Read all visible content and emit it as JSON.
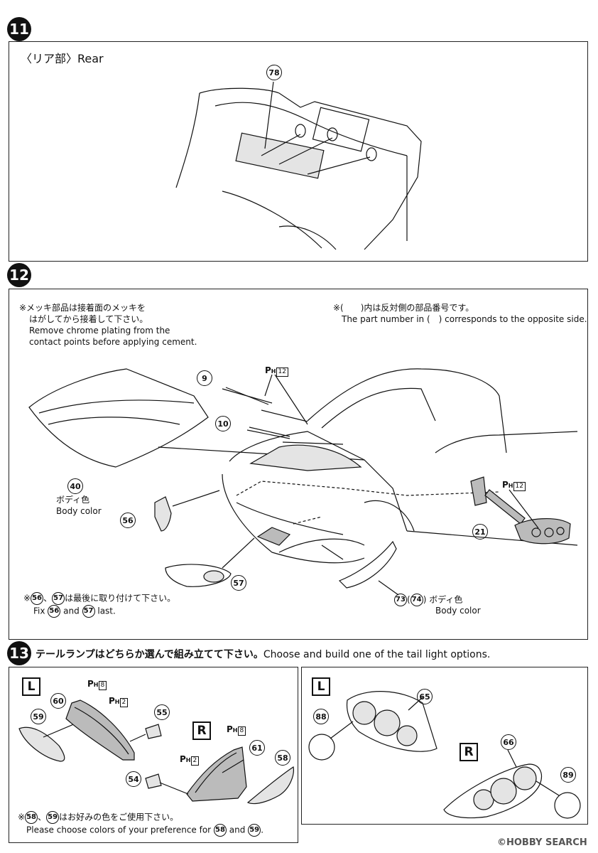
{
  "step11": {
    "number": "11",
    "heading": "〈リア部〉Rear",
    "parts": [
      "78"
    ]
  },
  "step12": {
    "number": "12",
    "note_chrome_jp1": "※メッキ部品は接着面のメッキを",
    "note_chrome_jp2": "はがしてから接着して下さい。",
    "note_chrome_en1": "Remove chrome plating from the",
    "note_chrome_en2": "contact points before applying cement.",
    "note_opposite_jp": "※(　　)内は反対側の部品番号です。",
    "note_opposite_en": "The part number in (　) corresponds to the opposite side.",
    "ph_label": "P",
    "ph_sub": "H",
    "ph12": "12",
    "part_9": "9",
    "part_10": "10",
    "part_40": "40",
    "part_40_jp": "ボディ色",
    "part_40_en": "Body color",
    "part_56": "56",
    "part_57": "57",
    "part_21": "21",
    "part_73": "73",
    "part_74": "74",
    "part_73_jp": "ボディ色",
    "part_73_en": "Body color",
    "note_fix_jp_pre": "※",
    "note_fix_jp_mid": "、",
    "note_fix_jp_post": "は最後に取り付けて下さい。",
    "note_fix_en_pre": "Fix",
    "note_fix_en_mid": "and",
    "note_fix_en_post": "last."
  },
  "step13": {
    "number": "13",
    "title_jp": "テールランプはどちらか選んで組み立てて下さい。",
    "title_en": "Choose and build one of the tail light options.",
    "left_L": "L",
    "left_R": "R",
    "right_L": "L",
    "right_R": "R",
    "ph8": "8",
    "ph2": "2",
    "parts_left": [
      "60",
      "59",
      "55",
      "54",
      "61",
      "58"
    ],
    "parts_right": [
      "88",
      "65",
      "66",
      "89"
    ],
    "note_jp_pre": "※",
    "note_jp_mid": "、",
    "note_jp_post": "はお好みの色をご使用下さい。",
    "note_en_pre": "Please choose colors of your preference for",
    "note_en_mid": "and",
    "note_en_post": "."
  },
  "watermark": "©HOBBY SEARCH"
}
